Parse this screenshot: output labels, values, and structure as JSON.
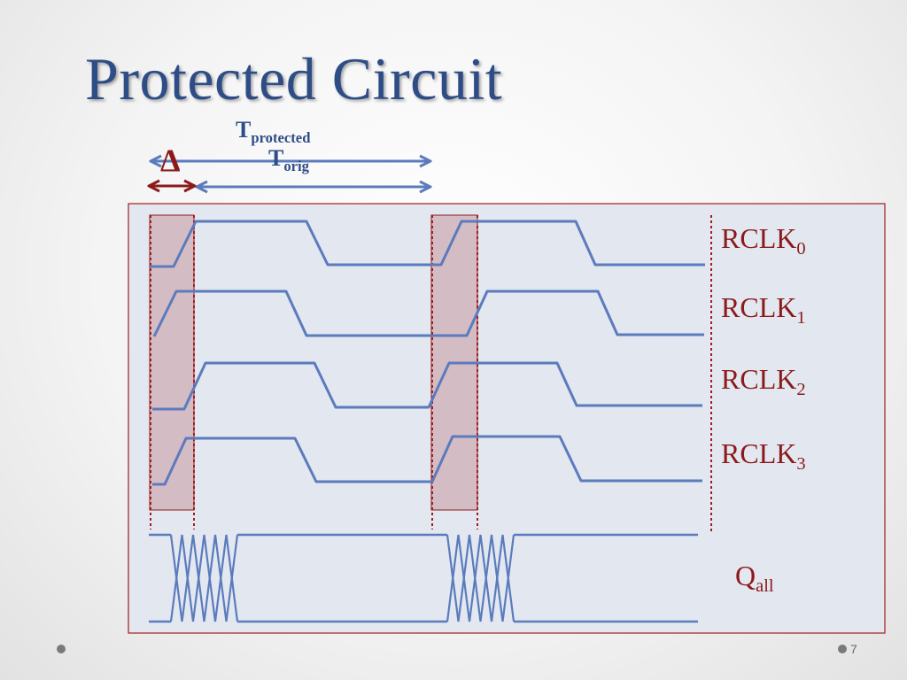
{
  "slide": {
    "title": "Protected Circuit",
    "page_number": "7"
  },
  "timing": {
    "delta_symbol": "Δ",
    "t_protected": {
      "base": "T",
      "sub": "protected"
    },
    "t_orig": {
      "base": "T",
      "sub": "orig"
    }
  },
  "signals": [
    {
      "base": "RCLK",
      "sub": "0"
    },
    {
      "base": "RCLK",
      "sub": "1"
    },
    {
      "base": "RCLK",
      "sub": "2"
    },
    {
      "base": "RCLK",
      "sub": "3"
    }
  ],
  "output_signal": {
    "base": "Q",
    "sub": "all"
  },
  "colors": {
    "title": "#2e4d86",
    "waveform": "#5b7bbd",
    "red_accent": "#8b1a1a",
    "panel_fill": "#e2e7f0",
    "window_fill": "#d4bcc4"
  }
}
